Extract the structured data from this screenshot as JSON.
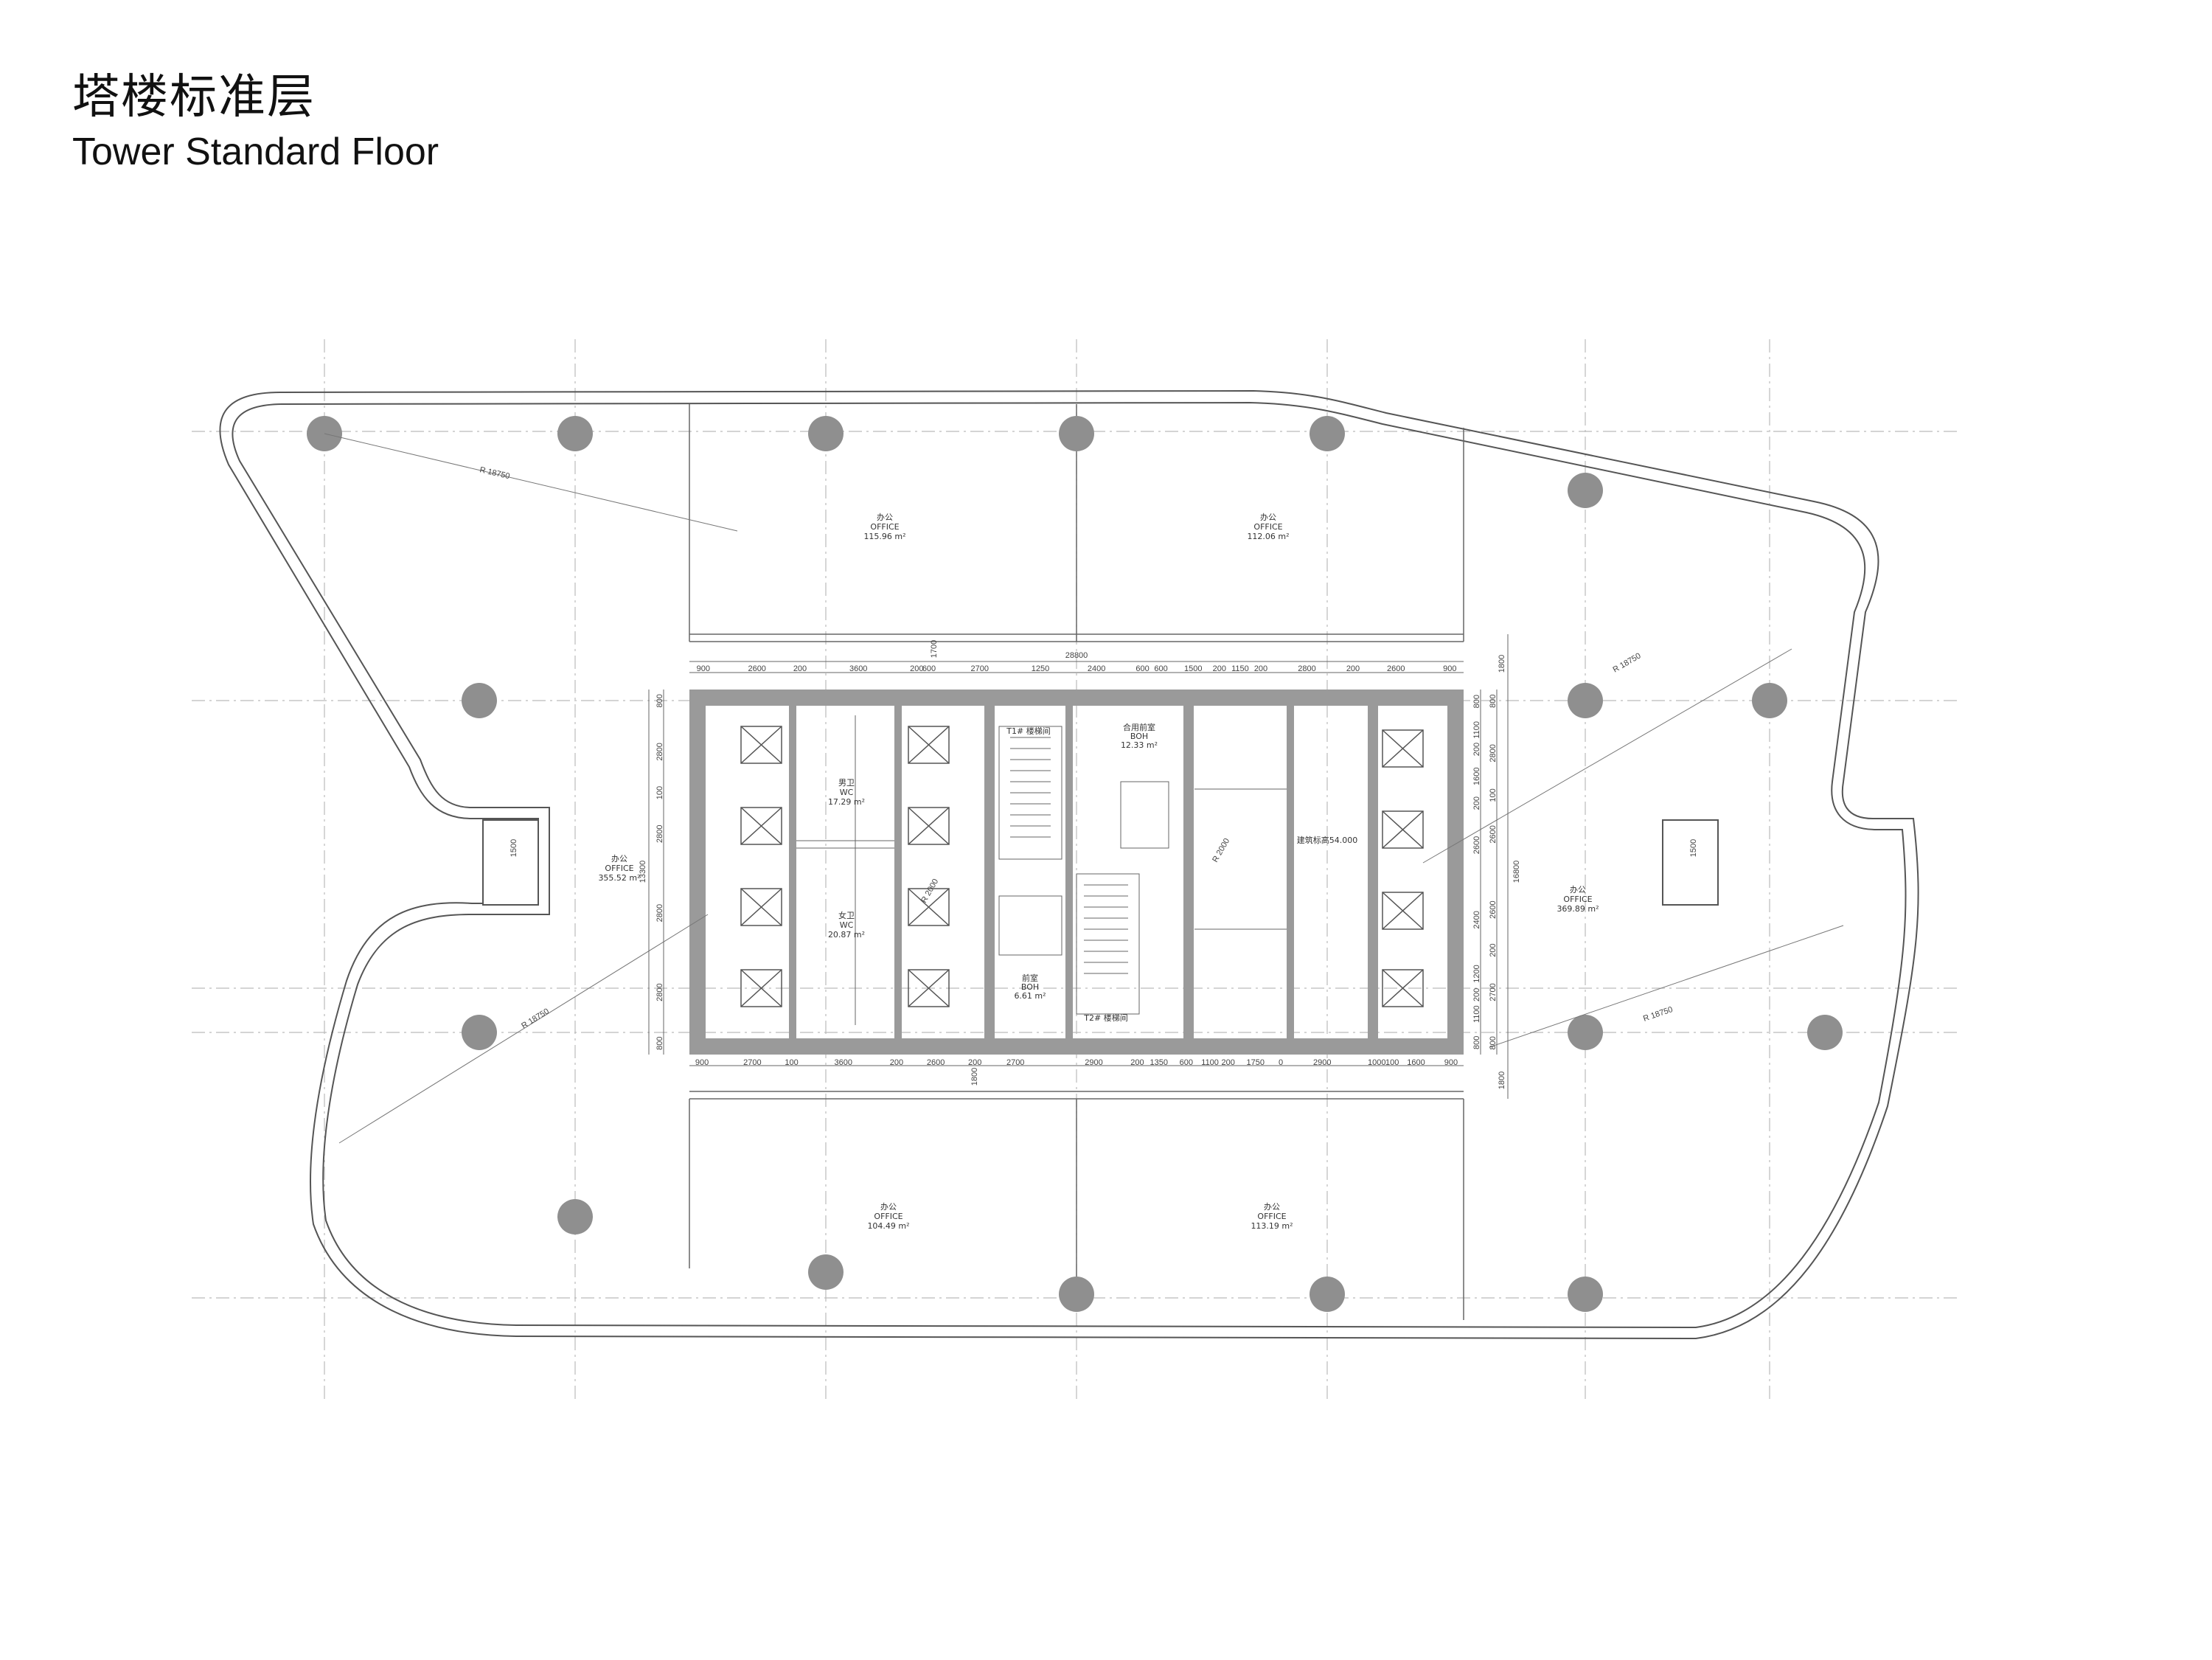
{
  "header": {
    "title_zh": "塔楼标准层",
    "title_en": "Tower Standard Floor"
  },
  "colors": {
    "wall": "#9a9a9a",
    "column": "#8f8f8f",
    "line": "#555555",
    "grid": "#bbbbbb"
  },
  "dimensions": {
    "top_overall": "28800",
    "top_chain": [
      "900",
      "2600",
      "200",
      "3600",
      "200",
      "600",
      "2700",
      "1250",
      "2400",
      "600",
      "600",
      "1500",
      "200",
      "1150",
      "200",
      "2800",
      "200",
      "2600",
      "900"
    ],
    "bottom_chain": [
      "900",
      "2700",
      "100",
      "3600",
      "200",
      "2600",
      "200",
      "2700",
      "2900",
      "200",
      "1350",
      "600",
      "1100",
      "200",
      "1750",
      "0",
      "2900",
      "1000",
      "100",
      "1600",
      "900"
    ],
    "left_chain": [
      "800",
      "2800",
      "100",
      "2800",
      "2800",
      "2800",
      "800"
    ],
    "left_overall": "13300",
    "right_chain": [
      "800",
      "1100",
      "200",
      "1600",
      "200",
      "2600",
      "2400",
      "1200",
      "200",
      "1100",
      "800"
    ],
    "right_chain2": [
      "800",
      "2800",
      "100",
      "2600",
      "2600",
      "200",
      "2700",
      "800"
    ],
    "right_overall": "16800",
    "top_offset": "1800",
    "bottom_offset": "1800",
    "top_1700": "1700",
    "center_1800": "1800",
    "left_wing": "1500",
    "right_wing": "1500"
  },
  "rooms": {
    "office_north_west": {
      "zh": "办公",
      "en": "OFFICE",
      "area": "115.96 m²"
    },
    "office_north_east": {
      "zh": "办公",
      "en": "OFFICE",
      "area": "112.06 m²"
    },
    "office_south_west": {
      "zh": "办公",
      "en": "OFFICE",
      "area": "104.49 m²"
    },
    "office_south_east": {
      "zh": "办公",
      "en": "OFFICE",
      "area": "113.19 m²"
    },
    "office_west": {
      "zh": "办公",
      "en": "OFFICE",
      "area": "355.52 m²"
    },
    "office_east": {
      "zh": "办公",
      "en": "OFFICE",
      "area": "369.89 m²"
    },
    "wc_male": {
      "zh": "男卫",
      "en": "WC",
      "area": "17.29 m²"
    },
    "wc_female": {
      "zh": "女卫",
      "en": "WC",
      "area": "20.87 m²"
    },
    "stair_1": {
      "zh": "T1# 楼梯间"
    },
    "stair_2": {
      "zh": "T2# 楼梯间"
    },
    "boh_1": {
      "zh": "合用前室",
      "en": "BOH",
      "area": "12.33 m²"
    },
    "boh_2": {
      "zh": "前室",
      "en": "BOH",
      "area": "6.61 m²"
    },
    "elevation": "建筑标高54.000"
  },
  "annotations": {
    "radius": "R 18750",
    "r_small": "R 2000"
  }
}
